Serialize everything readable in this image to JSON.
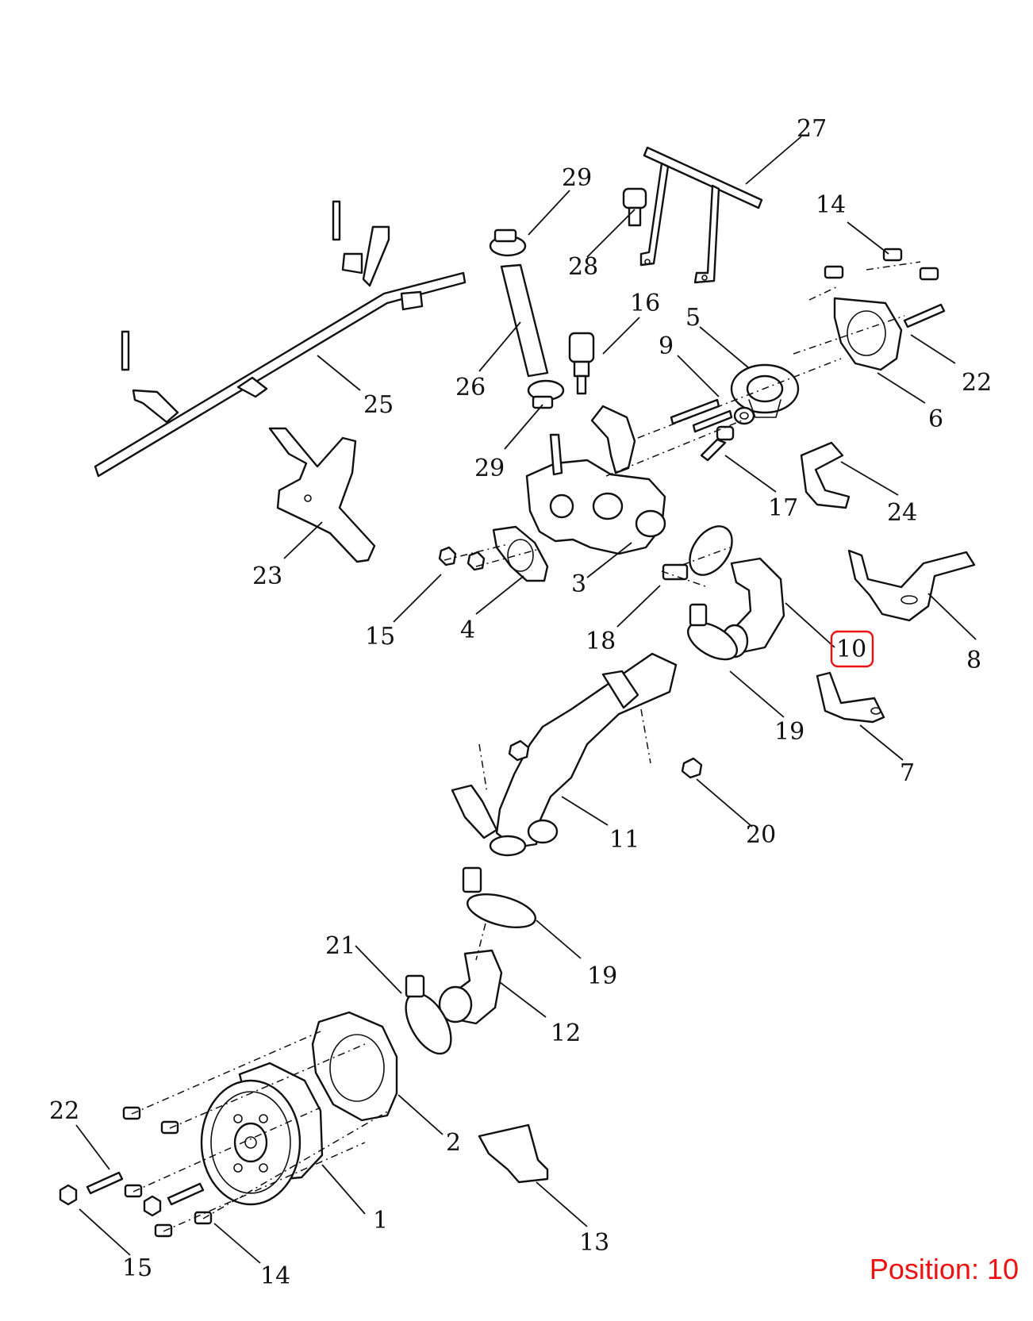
{
  "diagram": {
    "labels": {
      "p27": "27",
      "p29a": "29",
      "p14a": "14",
      "p28": "28",
      "p16": "16",
      "p5": "5",
      "p9": "9",
      "p22a": "22",
      "p6": "6",
      "p26": "26",
      "p25": "25",
      "p29b": "29",
      "p17": "17",
      "p24": "24",
      "p23": "23",
      "p3": "3",
      "p18": "18",
      "p4": "4",
      "p15a": "15",
      "p8": "8",
      "p10": "10",
      "p19a": "19",
      "p7": "7",
      "p11": "11",
      "p20": "20",
      "p19b": "19",
      "p21": "21",
      "p12": "12",
      "p22b": "22",
      "p2": "2",
      "p1": "1",
      "p15b": "15",
      "p14b": "14",
      "p13": "13"
    },
    "highlight": {
      "label": "10",
      "color": "#ee1111"
    }
  },
  "caption": {
    "text": "Position: 10",
    "color": "#ee1111"
  }
}
